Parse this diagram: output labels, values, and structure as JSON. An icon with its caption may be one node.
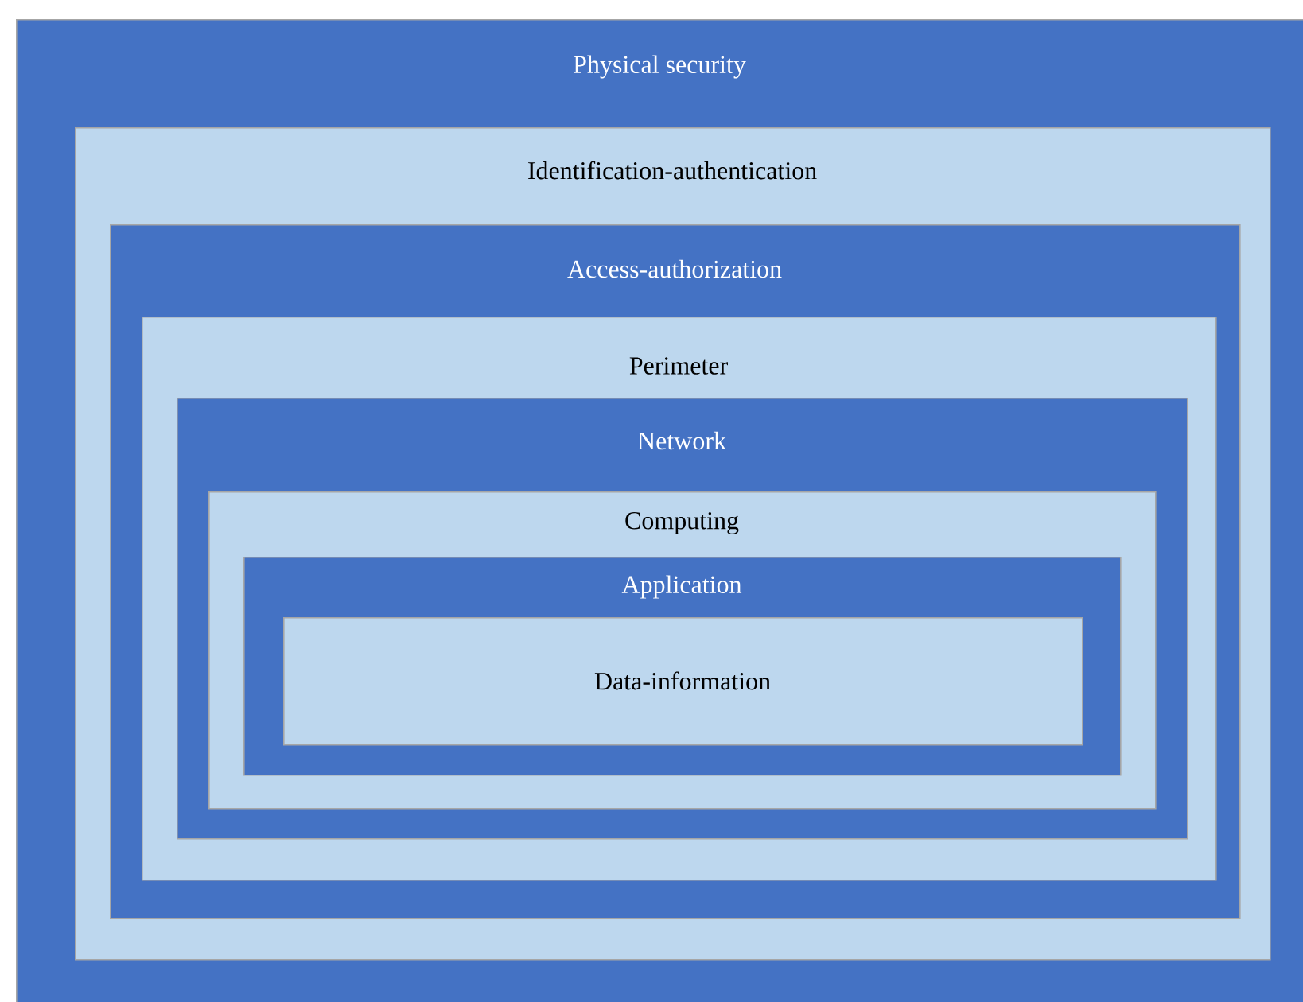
{
  "diagram": {
    "nodes": [
      {
        "text": [
          "Physical security"
        ]
      },
      {
        "text": [
          "Identification-authentication"
        ],
        "in": 0
      },
      {
        "text": [
          "Access-authorization"
        ],
        "in": 1
      },
      {
        "text": [
          "Perimeter"
        ],
        "in": 2
      },
      {
        "text": [
          "Network"
        ],
        "in": 3
      },
      {
        "text": [
          "Computing"
        ],
        "in": 4
      },
      {
        "text": [
          "Application"
        ],
        "in": 5
      },
      {
        "text": [
          "Data-information"
        ],
        "in": 6
      }
    ]
  }
}
